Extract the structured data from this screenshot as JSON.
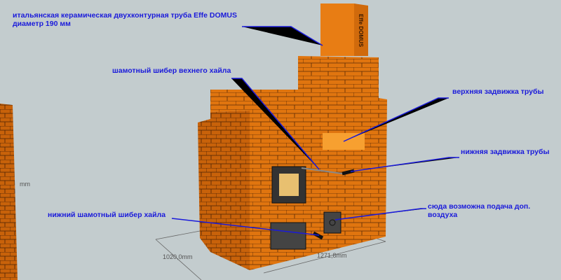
{
  "annotations": {
    "chimney": [
      "итальянская керамическая двухконтурная  труба Effe DOMUS",
      "диаметр 190 мм"
    ],
    "upper_damper_brick": "шамотный шибер вехнего хайла",
    "upper_pipe_valve": "верхняя задвижка трубы",
    "lower_pipe_valve": "нижняя задвижка трубы",
    "air_supply": [
      "сюда возможна подача доп.",
      "воздуха"
    ],
    "lower_damper_brick": "нижний шамотный шибер хайла"
  },
  "dimensions": {
    "depth": "1020,0mm",
    "width": "1271,8mm",
    "left_partial": "mm"
  },
  "chimney_brand": "Effe DOMUS",
  "colors": {
    "background": "#c3ccce",
    "brick": "#e0750f",
    "annotation": "#1a1adb"
  }
}
